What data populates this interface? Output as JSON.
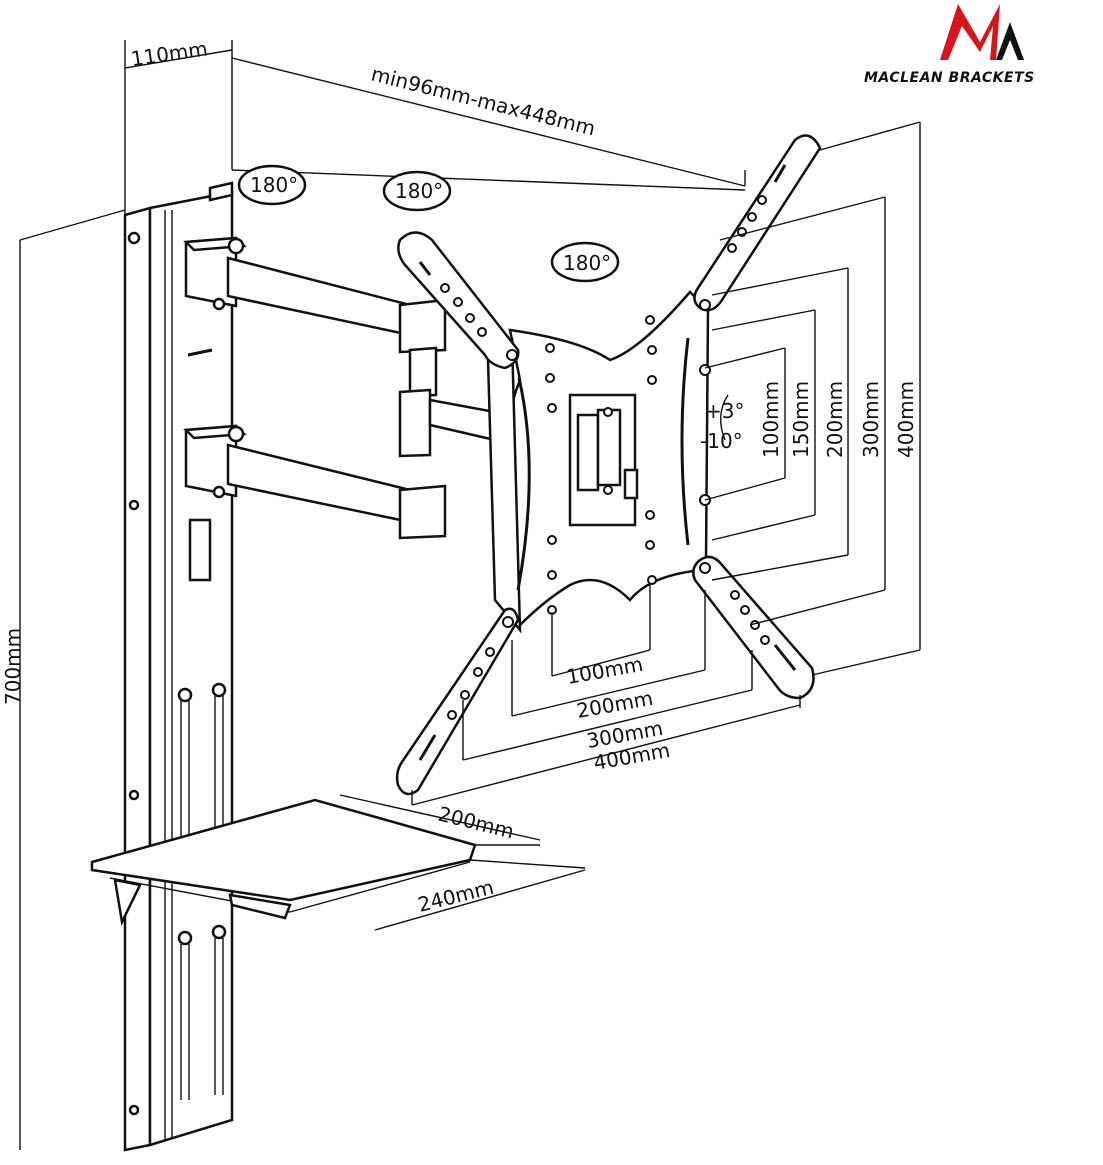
{
  "brand": {
    "name": "MACLEAN BRACKETS",
    "logo_colors": [
      "#d9151b",
      "#111111"
    ]
  },
  "labels": {
    "wall_depth": "110mm",
    "arm_extension": "min96mm-max448mm",
    "height": "700mm",
    "swivel_wall": "180°",
    "swivel_arm": "180°",
    "swivel_plate": "180°",
    "tilt_up": "+3°",
    "tilt_down": "-10°",
    "vesa_v_100": "100mm",
    "vesa_v_150": "150mm",
    "vesa_v_200": "200mm",
    "vesa_v_300": "300mm",
    "vesa_v_400": "400mm",
    "vesa_h_100": "100mm",
    "vesa_h_200": "200mm",
    "vesa_h_300": "300mm",
    "vesa_h_400": "400mm",
    "shelf_depth": "200mm",
    "shelf_width": "240mm"
  }
}
